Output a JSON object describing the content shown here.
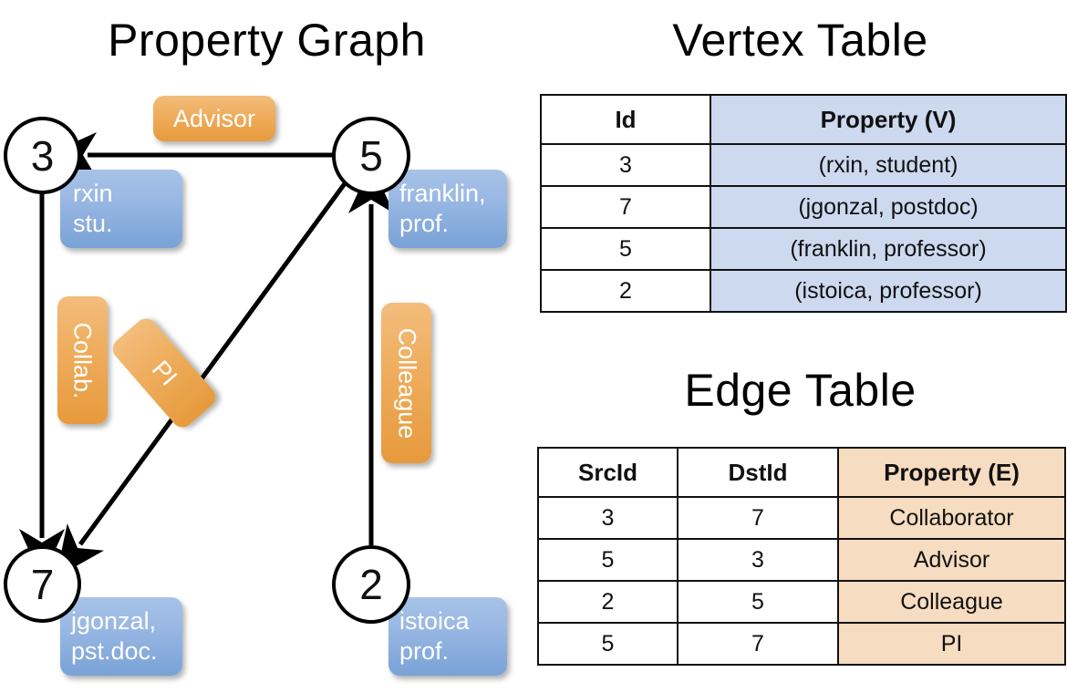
{
  "titles": {
    "property_graph": "Property Graph",
    "vertex_table": "Vertex Table",
    "edge_table": "Edge Table"
  },
  "graph": {
    "nodes": [
      {
        "id": "3",
        "property_label": "rxin\nstu."
      },
      {
        "id": "5",
        "property_label": "franklin,\nprof."
      },
      {
        "id": "7",
        "property_label": "jgonzal,\npst.doc."
      },
      {
        "id": "2",
        "property_label": "istoica\nprof."
      }
    ],
    "edge_labels": [
      {
        "name": "advisor",
        "text": "Advisor"
      },
      {
        "name": "collaborator",
        "text": "Collab."
      },
      {
        "name": "pi",
        "text": "PI"
      },
      {
        "name": "colleague",
        "text": "Colleague"
      }
    ]
  },
  "vertex_table": {
    "headers": [
      "Id",
      "Property (V)"
    ],
    "rows": [
      [
        "3",
        "(rxin, student)"
      ],
      [
        "7",
        "(jgonzal, postdoc)"
      ],
      [
        "5",
        "(franklin, professor)"
      ],
      [
        "2",
        "(istoica, professor)"
      ]
    ]
  },
  "edge_table": {
    "headers": [
      "SrcId",
      "DstId",
      "Property (E)"
    ],
    "rows": [
      [
        "3",
        "7",
        "Collaborator"
      ],
      [
        "5",
        "3",
        "Advisor"
      ],
      [
        "2",
        "5",
        "Colleague"
      ],
      [
        "5",
        "7",
        "PI"
      ]
    ]
  },
  "colors": {
    "vertex_property_fill": "#ccd9ef",
    "edge_property_fill": "#f6dcc0",
    "node_box_blue": "#79a2d6",
    "edge_box_orange": "#e79a3c",
    "stroke": "#111111",
    "background": "#ffffff"
  }
}
